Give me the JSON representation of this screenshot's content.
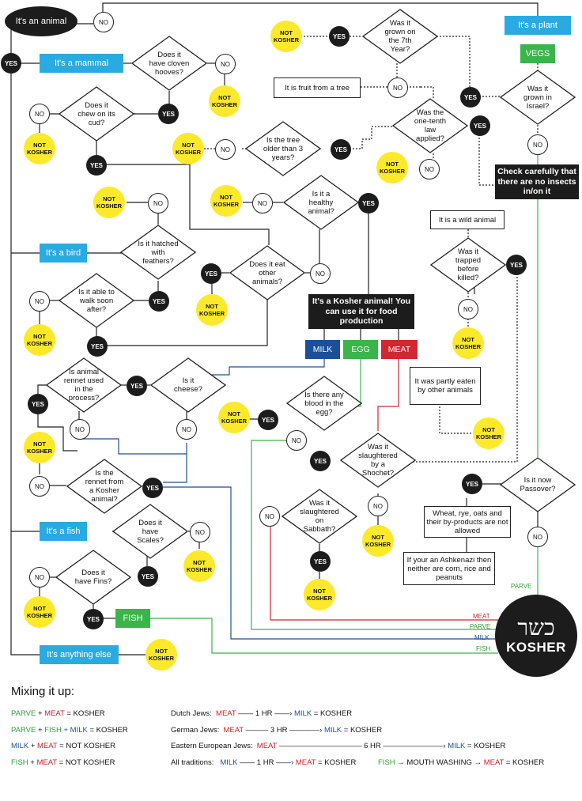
{
  "start": "It's an animal",
  "categories": {
    "mammal": "It's a mammal",
    "bird": "It's a bird",
    "fish": "It's a fish",
    "else": "It's anything else",
    "plant": "It's a plant",
    "vegs": "VEGS",
    "fish_tag": "FISH"
  },
  "questions": {
    "cloven": "Does it have cloven hooves?",
    "cud": "Does it chew on its cud?",
    "hatched": "Is it hatched with feathers?",
    "walk": "Is it able to walk soon after?",
    "eat_animals": "Does it eat other animals?",
    "healthy": "Is it a healthy animal?",
    "rennet": "Is animal rennet used in the process?",
    "cheese": "Is it cheese?",
    "kosher_rennet": "Is the rennet from a Kosher animal?",
    "blood": "Is there any blood in the egg?",
    "scales": "Does it have Scales?",
    "fins": "Does it have Fins?",
    "seventh": "Was it grown on the 7th Year?",
    "older": "Is the tree older than 3 years?",
    "tenth": "Was the one-tenth law applied?",
    "israel": "Was it grown in Israel?",
    "trapped": "Was it trapped before killed?",
    "shochet": "Was it slaughtered by a Shochet?",
    "sabbath": "Was it slaughtered on Sabbath?",
    "passover": "Is it now Passover?"
  },
  "boxes": {
    "fruit": "It is fruit from a tree",
    "wild": "It is a wild animal",
    "partly": "It was partly eaten by other animals",
    "wheat": "Wheat, rye, oats and their by-products are not allowed",
    "ashkenazi": "If your an Ashkenazi then neither are corn, rice and peanuts",
    "check": "Check carefully that there are no insects in/on it",
    "kosher_animal": "It's a Kosher animal! You can use it for food production"
  },
  "tags": {
    "milk": "MILK",
    "egg": "EGG",
    "meat": "MEAT"
  },
  "yes": "YES",
  "no": "NO",
  "not_kosher": "NOT\nKOSHER",
  "kosher": {
    "hebrew": "כשר",
    "text": "KOSHER"
  },
  "stream_labels": {
    "parve_top": "PARVE",
    "meat": "MEAT",
    "parve": "PARVE",
    "milk": "MILK",
    "fish": "FISH"
  },
  "mixing": {
    "title": "Mixing it up:",
    "rules": [
      {
        "a": "PARVE",
        "op1": " + ",
        "b": "MEAT",
        "c": "",
        "eq": " = ",
        "result": "KOSHER"
      },
      {
        "a": "PARVE",
        "op1": " + ",
        "b": "FISH",
        "c": " + MILK",
        "eq": " = ",
        "result": "KOSHER"
      },
      {
        "a": "MILK",
        "op1": " + ",
        "b": "MEAT",
        "c": "",
        "eq": " = ",
        "result": "NOT KOSHER"
      },
      {
        "a": "FISH",
        "op1": " + ",
        "b": "MEAT",
        "c": "",
        "eq": " = ",
        "result": "NOT KOSHER"
      }
    ],
    "traditions": [
      {
        "label": "Dutch Jews:",
        "from": "MEAT",
        "time": "1 HR",
        "to": "MILK",
        "result": "= KOSHER"
      },
      {
        "label": "German Jews:",
        "from": "MEAT",
        "time": "3 HR",
        "to": "MILK",
        "result": "= KOSHER"
      },
      {
        "label": "Eastern European Jews:",
        "from": "MEAT",
        "time": "6 HR",
        "to": "MILK",
        "result": "= KOSHER"
      },
      {
        "label": "All traditions:",
        "from": "MILK",
        "time": "1 HR",
        "to": "MEAT",
        "result": "= KOSHER"
      }
    ],
    "fish_rule": {
      "from": "FISH",
      "mid": "MOUTH WASHING",
      "to": "MEAT",
      "result": "= KOSHER"
    }
  },
  "colors": {
    "yellow": "#fde92b",
    "blue": "#29abe2",
    "green": "#39b54a",
    "milk": "#1b4f9c",
    "meat": "#d22630",
    "black": "#1c1c1c"
  }
}
